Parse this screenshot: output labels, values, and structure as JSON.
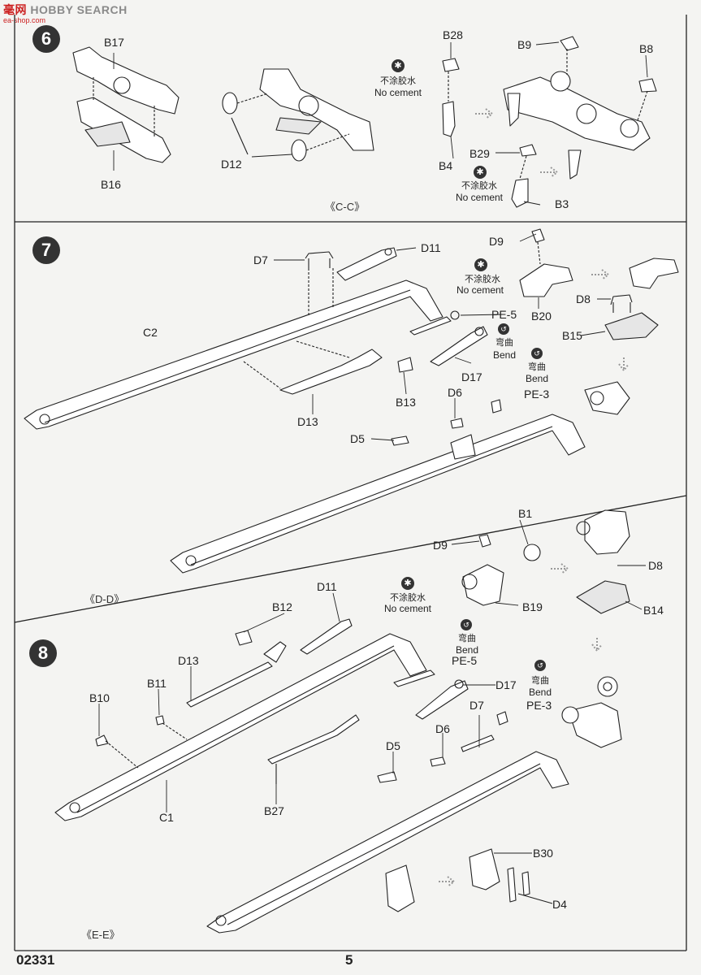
{
  "watermark": {
    "brand": "HOBBY SEARCH",
    "prefix": "毫",
    "prefix2": "网",
    "site": "ea-shop.com"
  },
  "steps": [
    {
      "number": "6",
      "view": "《C-C》",
      "labels": {
        "B17": "B17",
        "B16": "B16",
        "D12": "D12",
        "B28": "B28",
        "B4": "B4",
        "B29": "B29",
        "B3": "B3",
        "B9": "B9",
        "B8": "B8"
      },
      "notes": [
        {
          "zh": "不涂胶水",
          "en": "No cement"
        },
        {
          "zh": "不涂胶水",
          "en": "No cement"
        }
      ]
    },
    {
      "number": "7",
      "view": "《D-D》",
      "labels": {
        "D7": "D7",
        "D11": "D11",
        "C2": "C2",
        "PE5": "PE-5",
        "D17": "D17",
        "D13": "D13",
        "B13": "B13",
        "D5": "D5",
        "D6": "D6",
        "PE3": "PE-3",
        "D9a": "D9",
        "B20": "B20",
        "D8a": "D8",
        "B15": "B15",
        "B1": "B1",
        "D9b": "D9",
        "B19": "B19",
        "D8b": "D8",
        "B14": "B14"
      },
      "notes": [
        {
          "zh": "不涂胶水",
          "en": "No cement"
        },
        {
          "zh": "弯曲",
          "en": "Bend"
        },
        {
          "zh": "弯曲",
          "en": "Bend"
        }
      ]
    },
    {
      "number": "8",
      "view": "《E-E》",
      "labels": {
        "B12": "B12",
        "D11": "D11",
        "D13": "D13",
        "B11": "B11",
        "B10": "B10",
        "C1": "C1",
        "B27": "B27",
        "PE5": "PE-5",
        "D17": "D17",
        "D7": "D7",
        "PE3": "PE-3",
        "D5": "D5",
        "D6": "D6",
        "B30": "B30",
        "D4": "D4"
      },
      "notes": [
        {
          "zh": "不涂胶水",
          "en": "No cement"
        },
        {
          "zh": "弯曲",
          "en": "Bend"
        },
        {
          "zh": "弯曲",
          "en": "Bend"
        }
      ]
    }
  ],
  "footer": {
    "kit_number": "02331",
    "page_number": "5"
  }
}
